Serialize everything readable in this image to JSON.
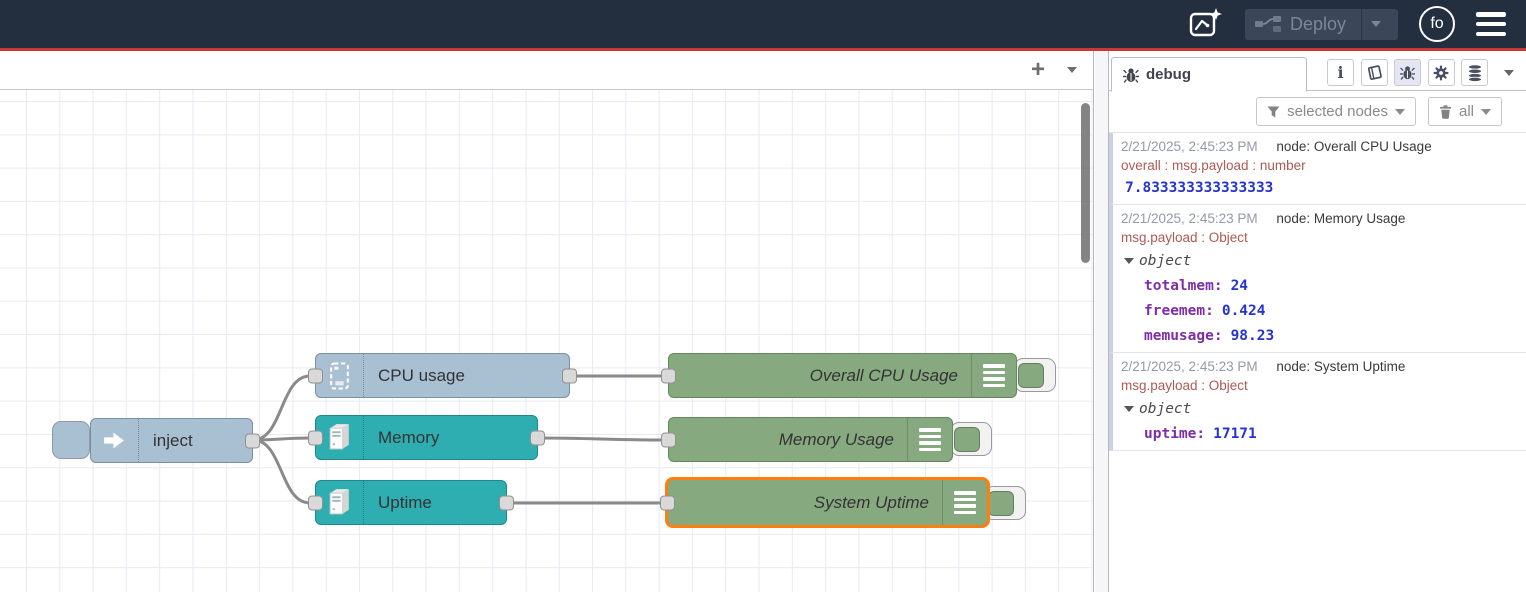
{
  "header": {
    "deploy_label": "Deploy",
    "avatar_initials": "fo"
  },
  "workspace": {
    "add_flow_label": "+"
  },
  "flow": {
    "nodes": [
      {
        "id": "inject",
        "label": "inject",
        "type": "inject",
        "color": "#a9bfd2"
      },
      {
        "id": "cpu-usage",
        "label": "CPU usage",
        "type": "os",
        "color": "#a9bfd2"
      },
      {
        "id": "memory",
        "label": "Memory",
        "type": "os",
        "color": "#2faeb2"
      },
      {
        "id": "uptime",
        "label": "Uptime",
        "type": "os",
        "color": "#2faeb2"
      },
      {
        "id": "debug-cpu",
        "label": "Overall CPU Usage",
        "type": "debug",
        "color": "#87a980",
        "selected": false
      },
      {
        "id": "debug-memory",
        "label": "Memory Usage",
        "type": "debug",
        "color": "#87a980",
        "selected": false
      },
      {
        "id": "debug-uptime",
        "label": "System Uptime",
        "type": "debug",
        "color": "#87a980",
        "selected": true
      }
    ]
  },
  "sidebar": {
    "tab_label": "debug",
    "filter_label": "selected nodes",
    "clear_label": "all",
    "messages": [
      {
        "timestamp": "2/21/2025, 2:45:23 PM",
        "node": "node: Overall CPU Usage",
        "meta": "overall : msg.payload : number",
        "value": "7.833333333333333"
      },
      {
        "timestamp": "2/21/2025, 2:45:23 PM",
        "node": "node: Memory Usage",
        "meta": "msg.payload : Object",
        "object_label": "object",
        "properties": [
          {
            "key": "totalmem:",
            "value": "24"
          },
          {
            "key": "freemem:",
            "value": "0.424"
          },
          {
            "key": "memusage:",
            "value": "98.23"
          }
        ]
      },
      {
        "timestamp": "2/21/2025, 2:45:23 PM",
        "node": "node: System Uptime",
        "meta": "msg.payload : Object",
        "object_label": "object",
        "properties": [
          {
            "key": "uptime:",
            "value": "17171"
          }
        ]
      }
    ]
  },
  "colors": {
    "header_bg": "#232e3f",
    "header_accent_line": "#cc3636",
    "inject_node": "#a9bfd2",
    "os_node_teal": "#2faeb2",
    "debug_node_green": "#87a980",
    "selection_outline": "#ff7f0e",
    "debug_value_blue": "#2733d0",
    "debug_key_purple": "#7d2ea8",
    "debug_meta_red": "#ad5a52",
    "wire_gray": "#8a8a8a"
  }
}
